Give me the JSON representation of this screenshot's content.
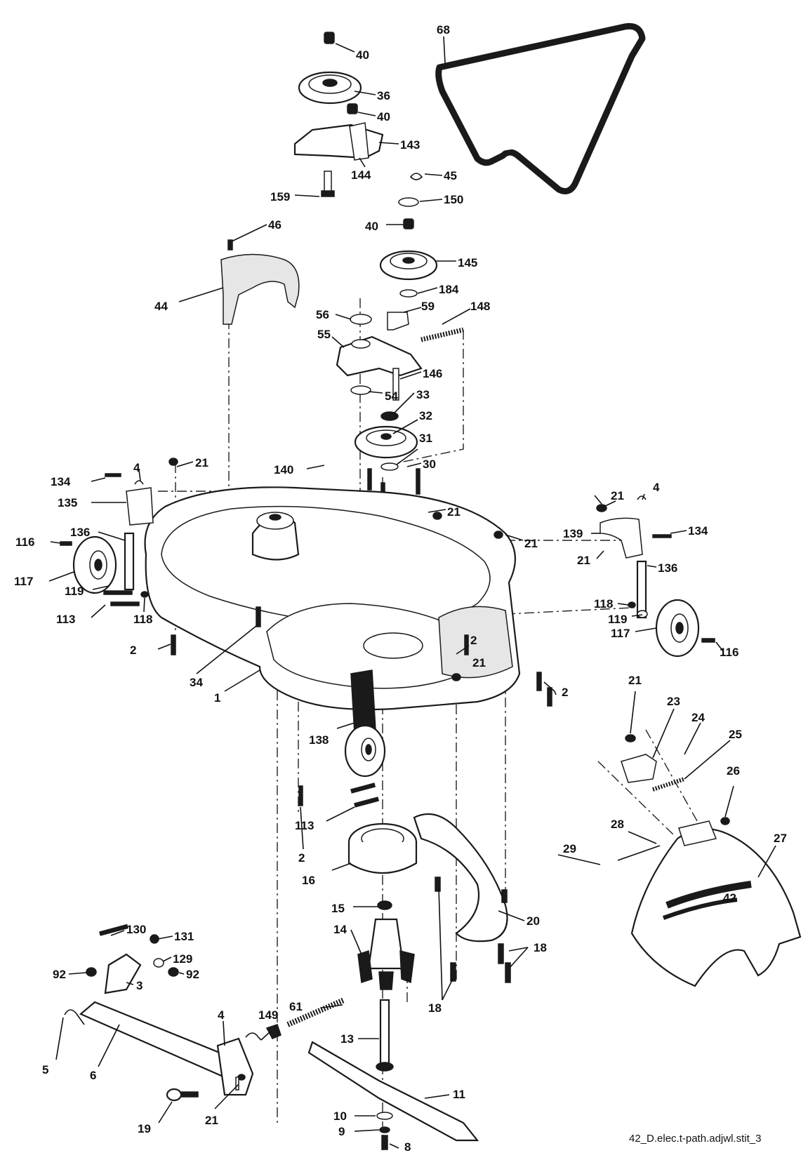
{
  "caption": "42_D.elec.t-path.adjwl.stit_3",
  "labels": [
    {
      "id": "l40a",
      "text": "40"
    },
    {
      "id": "l68",
      "text": "68"
    },
    {
      "id": "l36",
      "text": "36"
    },
    {
      "id": "l40b",
      "text": "40"
    },
    {
      "id": "l143",
      "text": "143"
    },
    {
      "id": "l144",
      "text": "144"
    },
    {
      "id": "l159",
      "text": "159"
    },
    {
      "id": "l45",
      "text": "45"
    },
    {
      "id": "l150",
      "text": "150"
    },
    {
      "id": "l40c",
      "text": "40"
    },
    {
      "id": "l46",
      "text": "46"
    },
    {
      "id": "l145",
      "text": "145"
    },
    {
      "id": "l184",
      "text": "184"
    },
    {
      "id": "l44",
      "text": "44"
    },
    {
      "id": "l59",
      "text": "59"
    },
    {
      "id": "l148",
      "text": "148"
    },
    {
      "id": "l56",
      "text": "56"
    },
    {
      "id": "l55",
      "text": "55"
    },
    {
      "id": "l146",
      "text": "146"
    },
    {
      "id": "l54",
      "text": "54"
    },
    {
      "id": "l33",
      "text": "33"
    },
    {
      "id": "l32",
      "text": "32"
    },
    {
      "id": "l31",
      "text": "31"
    },
    {
      "id": "l4a",
      "text": "4"
    },
    {
      "id": "l21a",
      "text": "21"
    },
    {
      "id": "l140",
      "text": "140"
    },
    {
      "id": "l30",
      "text": "30"
    },
    {
      "id": "l134a",
      "text": "134"
    },
    {
      "id": "l135",
      "text": "135"
    },
    {
      "id": "l21b",
      "text": "21"
    },
    {
      "id": "l21c",
      "text": "21"
    },
    {
      "id": "l4b",
      "text": "4"
    },
    {
      "id": "l134b",
      "text": "134"
    },
    {
      "id": "l136a",
      "text": "136"
    },
    {
      "id": "l116a",
      "text": "116"
    },
    {
      "id": "l117a",
      "text": "117"
    },
    {
      "id": "l119a",
      "text": "119"
    },
    {
      "id": "l21d",
      "text": "21"
    },
    {
      "id": "l139",
      "text": "139"
    },
    {
      "id": "l21e",
      "text": "21"
    },
    {
      "id": "l136b",
      "text": "136"
    },
    {
      "id": "l113a",
      "text": "113"
    },
    {
      "id": "l118a",
      "text": "118"
    },
    {
      "id": "l118b",
      "text": "118"
    },
    {
      "id": "l119b",
      "text": "119"
    },
    {
      "id": "l117b",
      "text": "117"
    },
    {
      "id": "l2a",
      "text": "2"
    },
    {
      "id": "l116b",
      "text": "116"
    },
    {
      "id": "l2b",
      "text": "2"
    },
    {
      "id": "l34",
      "text": "34"
    },
    {
      "id": "l21f",
      "text": "21"
    },
    {
      "id": "l1",
      "text": "1"
    },
    {
      "id": "l2c",
      "text": "2"
    },
    {
      "id": "l21g",
      "text": "21"
    },
    {
      "id": "l138",
      "text": "138"
    },
    {
      "id": "l23",
      "text": "23"
    },
    {
      "id": "l24",
      "text": "24"
    },
    {
      "id": "l25",
      "text": "25"
    },
    {
      "id": "l26",
      "text": "26"
    },
    {
      "id": "l113b",
      "text": "113"
    },
    {
      "id": "l28",
      "text": "28"
    },
    {
      "id": "l27",
      "text": "27"
    },
    {
      "id": "l2d",
      "text": "2"
    },
    {
      "id": "l29",
      "text": "29"
    },
    {
      "id": "l16",
      "text": "16"
    },
    {
      "id": "l15",
      "text": "15"
    },
    {
      "id": "l20",
      "text": "20"
    },
    {
      "id": "l130",
      "text": "130"
    },
    {
      "id": "l131",
      "text": "131"
    },
    {
      "id": "l14",
      "text": "14"
    },
    {
      "id": "l129",
      "text": "129"
    },
    {
      "id": "l18a",
      "text": "18"
    },
    {
      "id": "l92a",
      "text": "92"
    },
    {
      "id": "l92b",
      "text": "92"
    },
    {
      "id": "l3",
      "text": "3"
    },
    {
      "id": "l18b",
      "text": "18"
    },
    {
      "id": "l61",
      "text": "61"
    },
    {
      "id": "l4c",
      "text": "4"
    },
    {
      "id": "l149",
      "text": "149"
    },
    {
      "id": "l5",
      "text": "5"
    },
    {
      "id": "l13",
      "text": "13"
    },
    {
      "id": "l6",
      "text": "6"
    },
    {
      "id": "l11",
      "text": "11"
    },
    {
      "id": "l19",
      "text": "19"
    },
    {
      "id": "l21h",
      "text": "21"
    },
    {
      "id": "l10",
      "text": "10"
    },
    {
      "id": "l9",
      "text": "9"
    },
    {
      "id": "l8",
      "text": "8"
    }
  ]
}
